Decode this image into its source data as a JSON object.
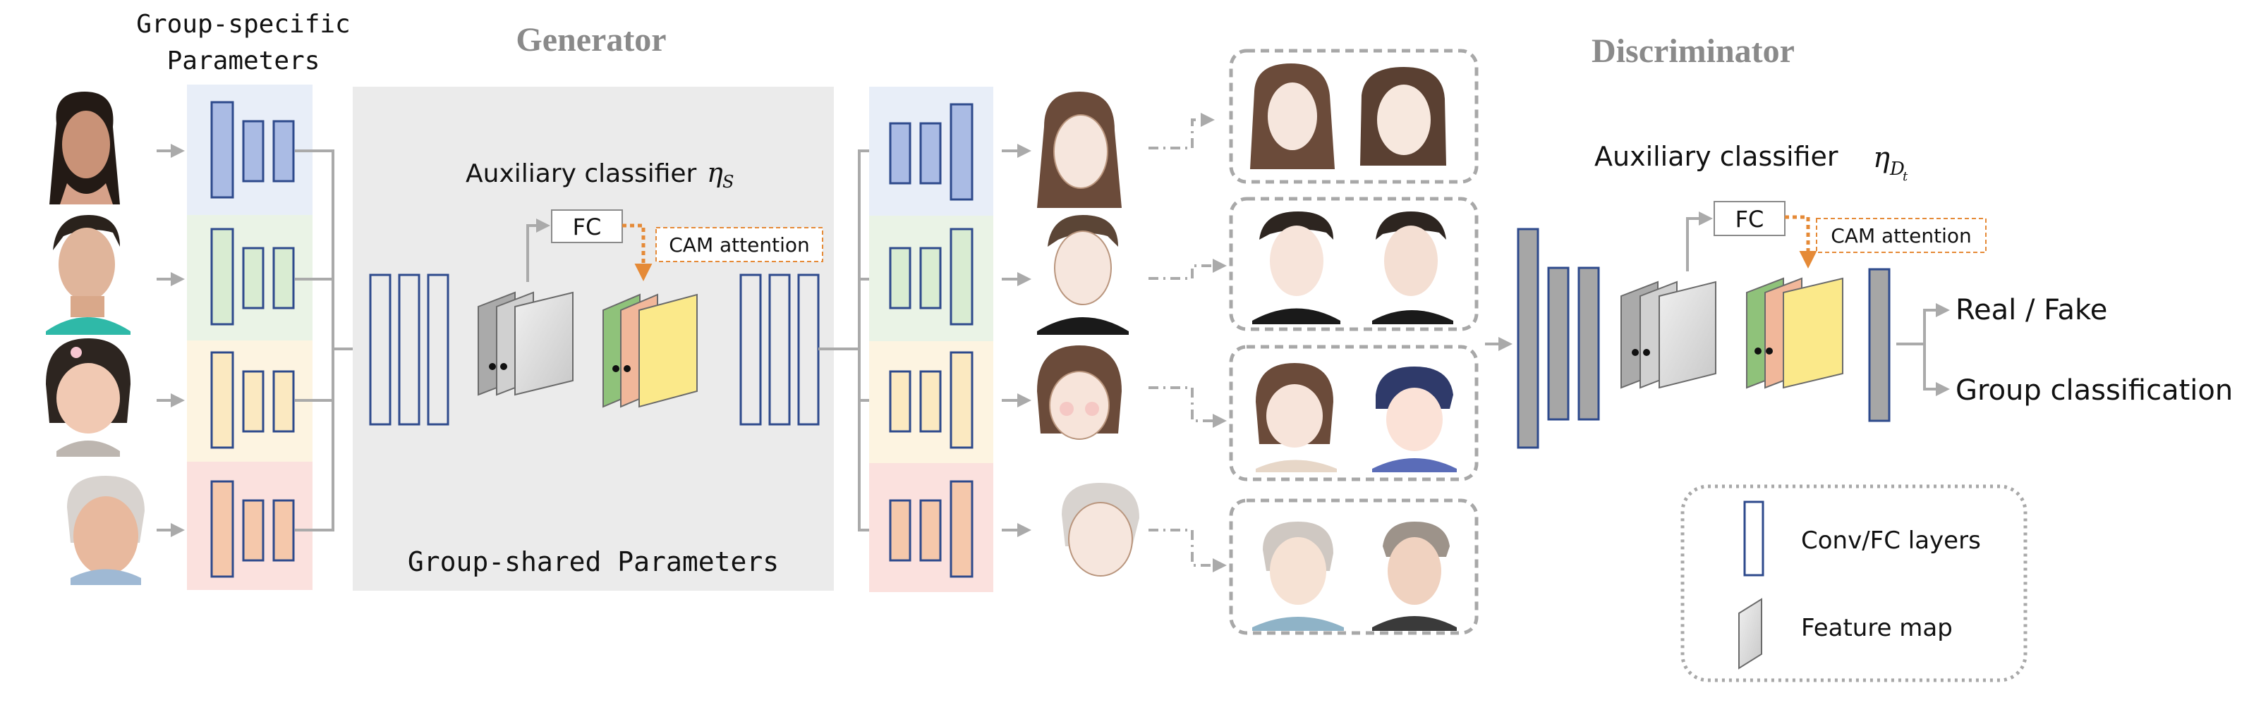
{
  "titles": {
    "generator": "Generator",
    "discriminator": "Discriminator",
    "group_specific": [
      "Group-specific",
      "Parameters"
    ],
    "group_shared": "Group-shared Parameters"
  },
  "generator": {
    "aux_label": "Auxiliary classifier",
    "aux_symbol": "η",
    "aux_sub": "S",
    "fc": "FC",
    "cam": "CAM attention"
  },
  "discriminator": {
    "aux_label": "Auxiliary classifier",
    "aux_symbol": "η",
    "aux_sub": "D",
    "aux_subsub": "t",
    "fc": "FC",
    "cam": "CAM attention",
    "output_real_fake": "Real / Fake",
    "output_group": "Group classification"
  },
  "legend": {
    "conv": "Conv/FC layers",
    "feature": "Feature map"
  },
  "groups": [
    {
      "name": "young-woman",
      "color": "#e8eef8",
      "bar": "#aabbe4"
    },
    {
      "name": "young-man",
      "color": "#eaf3e6",
      "bar": "#d9ecd2"
    },
    {
      "name": "child",
      "color": "#fdf4e1",
      "bar": "#fbe9c1"
    },
    {
      "name": "elder",
      "color": "#fbe1de",
      "bar": "#f5c8ab"
    }
  ],
  "colors": {
    "bar_stroke": "#2e4a8c",
    "arrow": "#aaaaaa",
    "orange": "#e58a37",
    "shared_bg": "#ebebeb"
  }
}
